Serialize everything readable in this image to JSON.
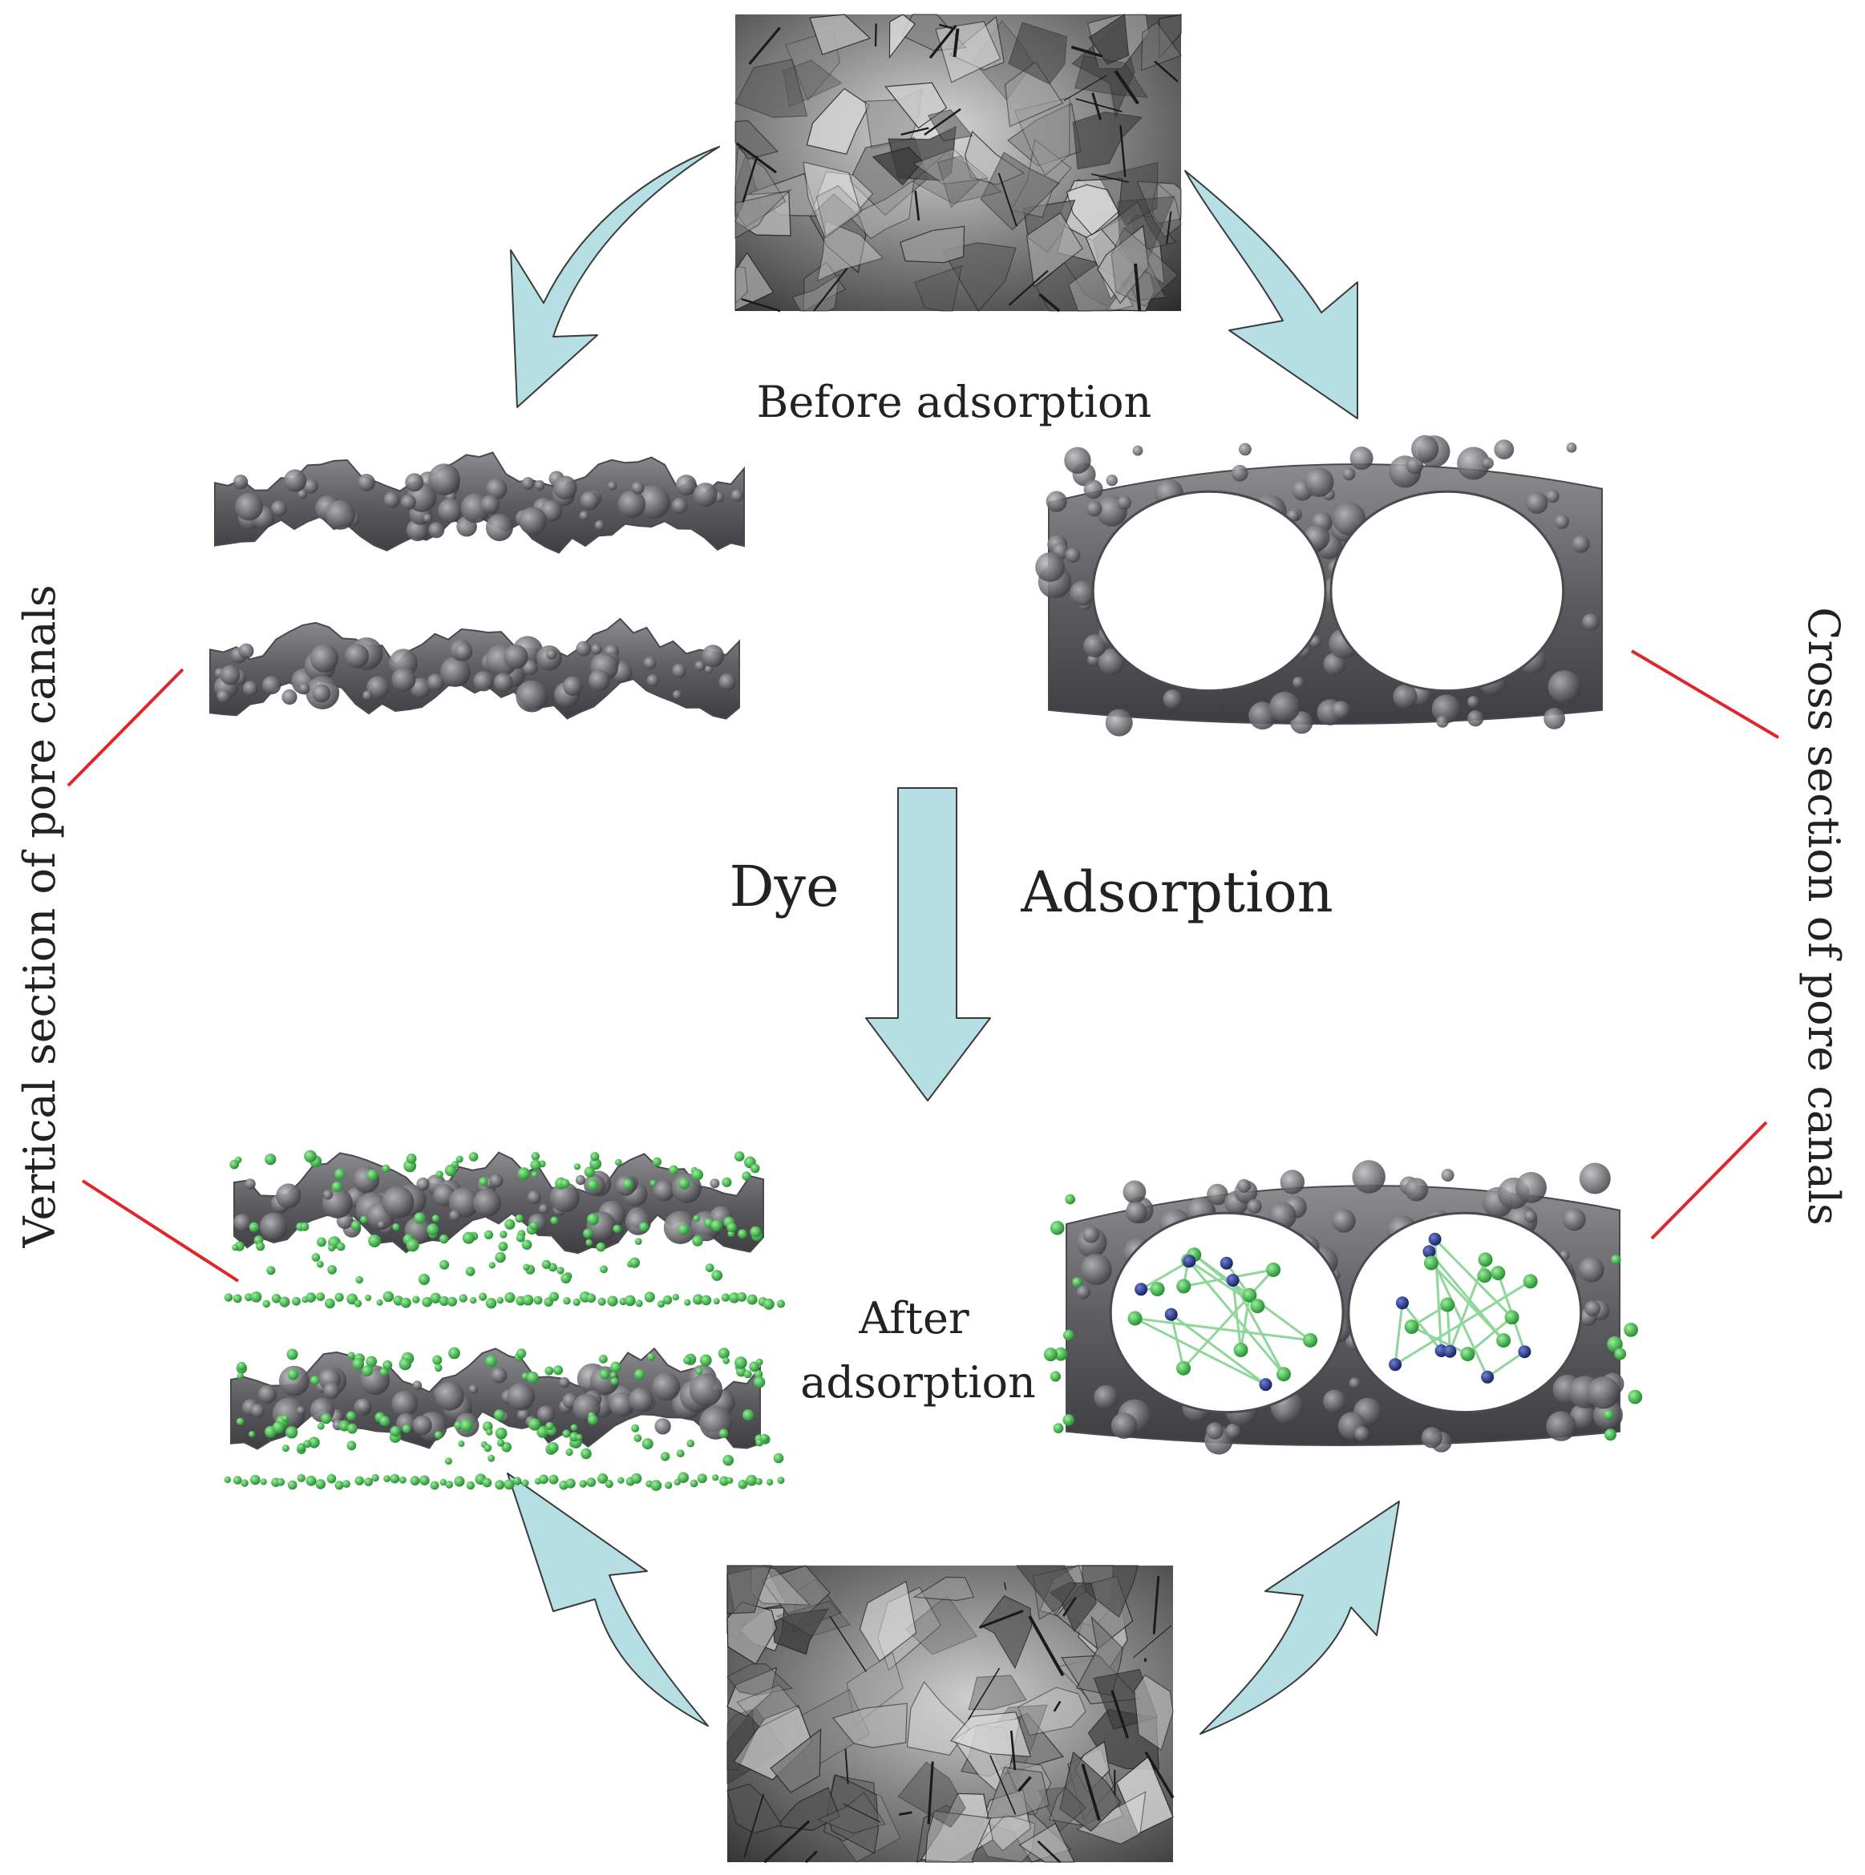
{
  "labels": {
    "before": "Before adsorption",
    "after_line1": "After",
    "after_line2": "adsorption",
    "dye": "Dye",
    "adsorption": "Adsorption",
    "vertical": "Vertical section of pore canals",
    "cross": "Cross section of pore canals"
  },
  "colors": {
    "arrow_fill": "#b6dfe4",
    "arrow_stroke": "#3a3a3a",
    "connector": "#e0262a",
    "pore_wall": "#6f6f73",
    "pore_wall_dark": "#4a4a4e",
    "sem_background": "#5a5a5a",
    "dye_green": "#2ea83a",
    "dye_blue": "#22308a"
  }
}
